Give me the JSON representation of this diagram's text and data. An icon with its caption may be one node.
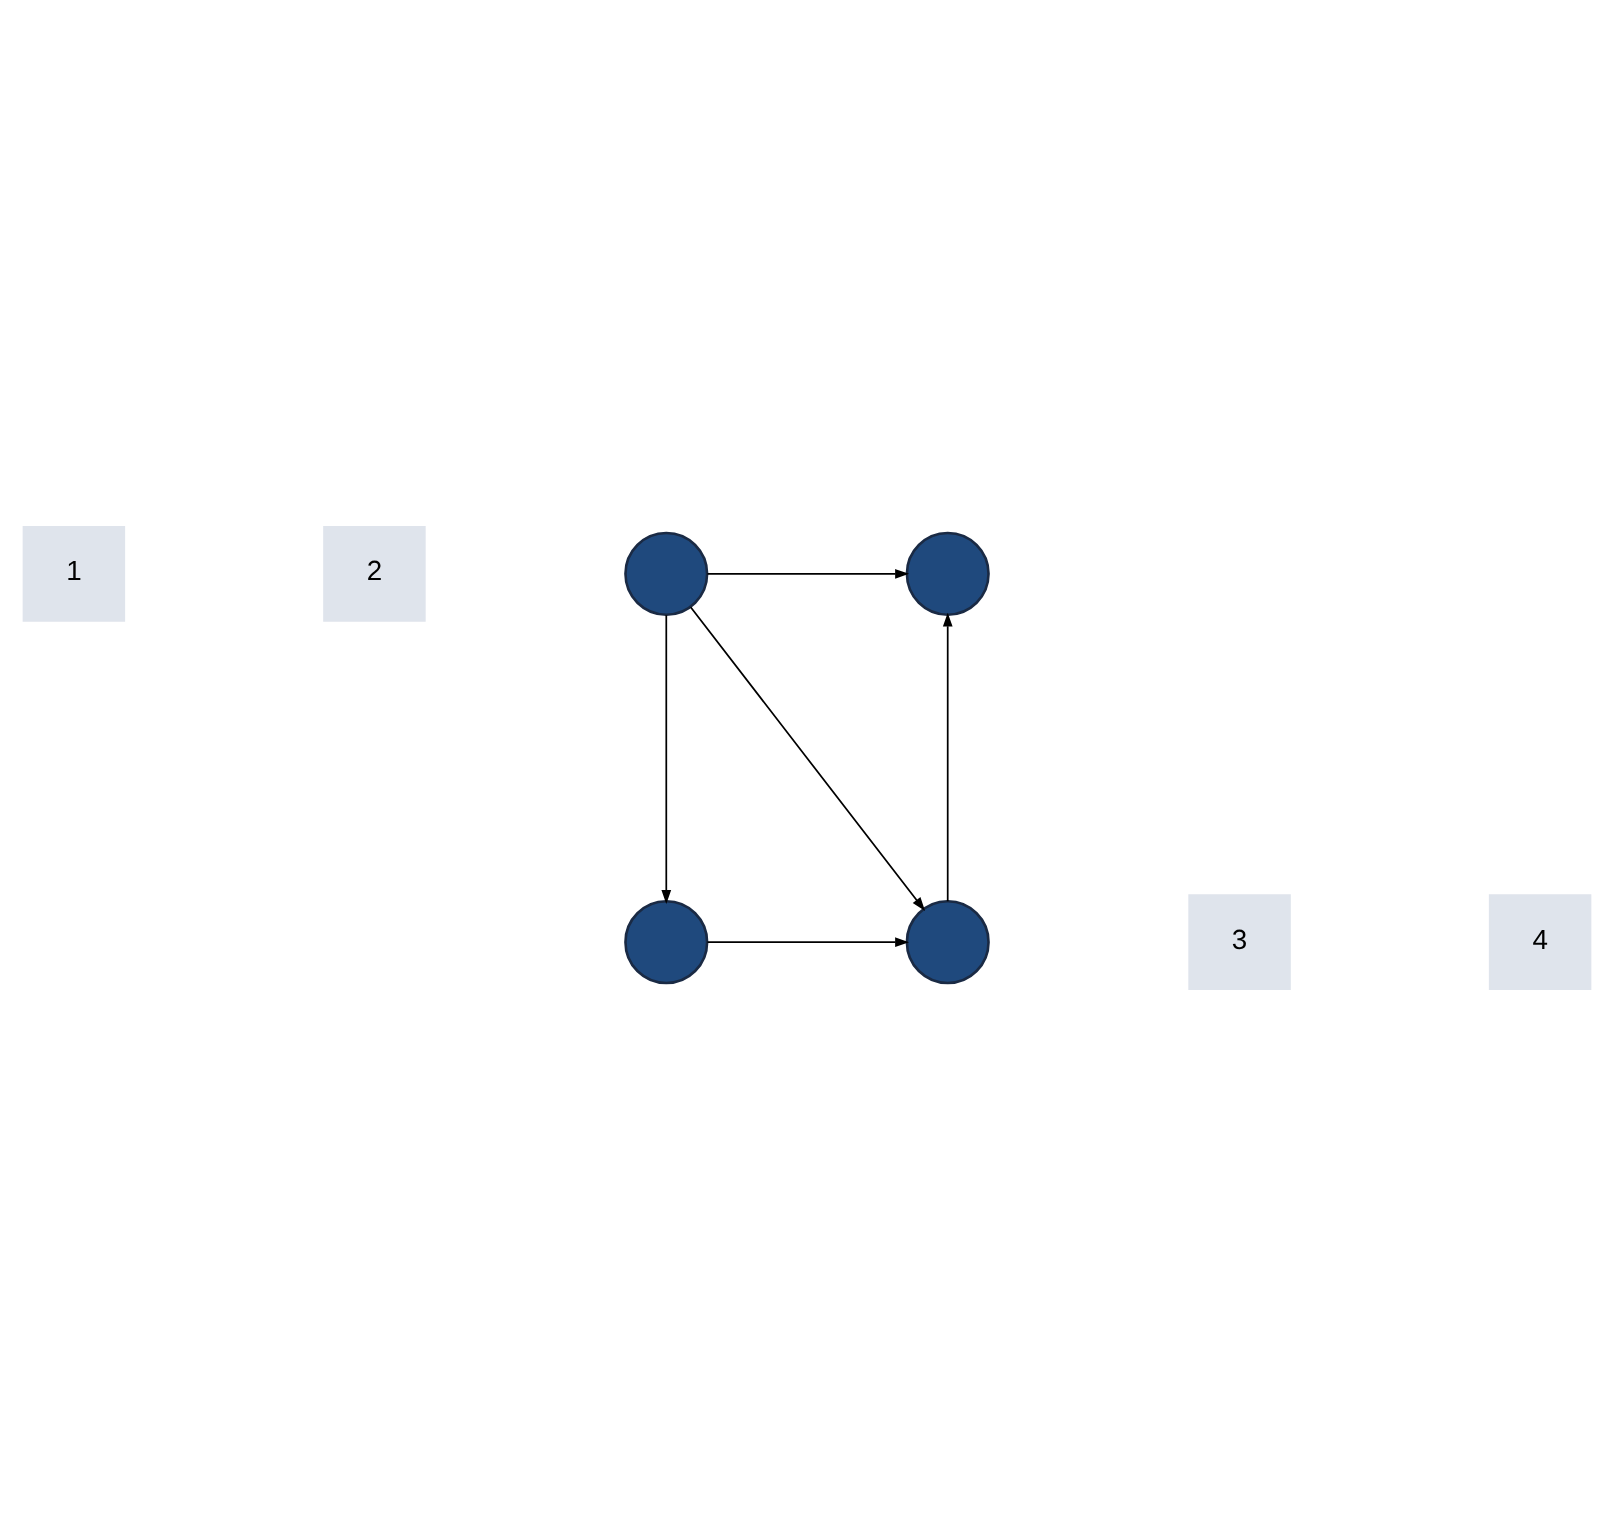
{
  "diagram": {
    "nodes": [
      {
        "text": [
          "1"
        ]
      },
      {
        "text": [
          "2"
        ]
      },
      {
        "text": [],
        "shape": "circle"
      },
      {
        "text": [],
        "shape": "circle"
      },
      {
        "text": [],
        "shape": "circle"
      },
      {
        "text": [],
        "shape": "circle"
      },
      {
        "text": [
          "3"
        ]
      },
      {
        "text": [
          "4"
        ]
      }
    ],
    "edges": [
      {
        "from": 2,
        "to": 3,
        "arrow": "to"
      },
      {
        "from": 2,
        "to": 4,
        "arrow": "to"
      },
      {
        "from": 2,
        "to": 5,
        "arrow": "to"
      },
      {
        "from": 4,
        "to": 5,
        "arrow": "to"
      },
      {
        "from": 5,
        "to": 3,
        "arrow": "to"
      }
    ]
  }
}
